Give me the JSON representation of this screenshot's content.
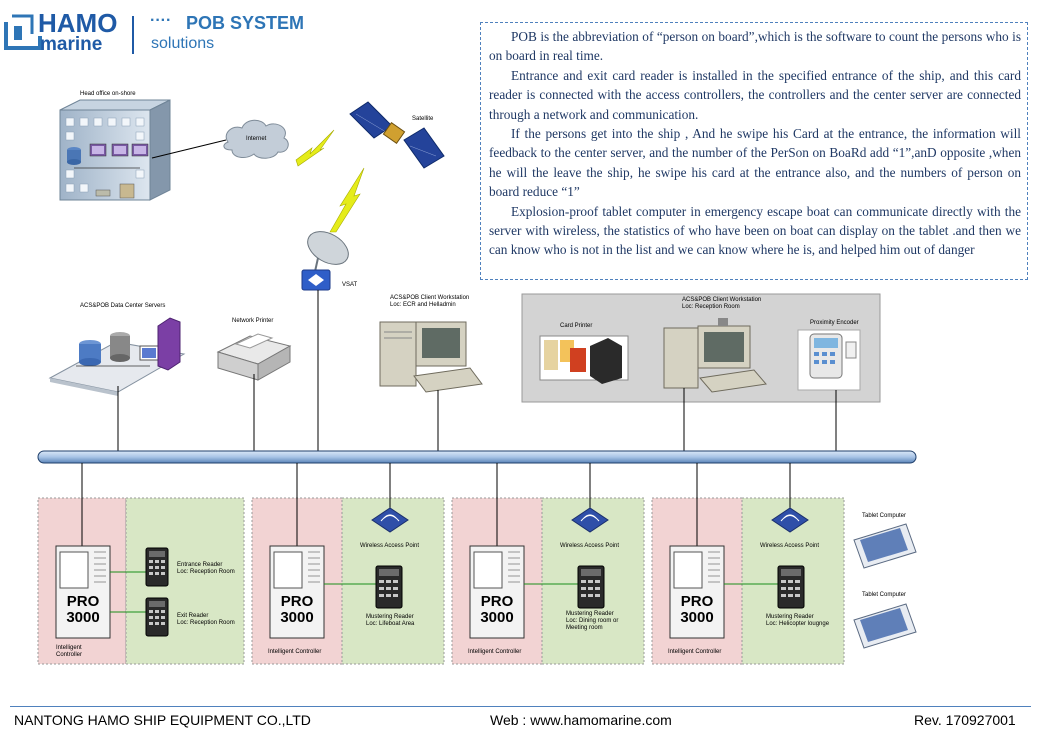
{
  "header": {
    "logo_top": "HAMO",
    "logo_bottom": "marine",
    "dots": "····",
    "title": "POB SYSTEM",
    "subtitle": "solutions"
  },
  "description": [
    "POB is the abbreviation  of “person on board”,which is the software to count the persons who is on board in real time.",
    "Entrance and exit card reader is installed in the specified entrance of the ship, and this card reader is connected with the access controllers, the controllers and the center server are connected through a network and communication.",
    "If the persons get into the ship , And he swipe his Card at the entrance,  the information  will feedback to the center server, and the number of  the PerSon on BoaRd add “1”,anD  opposite ,when he will the leave the ship, he swipe his card at the entrance also, and the numbers of person on board reduce “1”",
    " Explosion-proof tablet computer in emergency escape boat can communicate directly with the server with wireless, the statistics of who have been on boat can display on the tablet .and then we can know who is not in the list and we can know where he is, and helped him out of danger"
  ],
  "labels": {
    "head_office": "Head office on-shore",
    "internet": "Internet",
    "satellite": "Satellite",
    "vsat": "VSAT",
    "servers": "ACS&POB Data Center Servers",
    "network_printer": "Network Printer",
    "client_ws_1_line1": "ACS&POB Client Workstation",
    "client_ws_1_line2": "Loc: ECR and Helladmin",
    "client_ws_2_line1": "ACS&POB Client Workstation",
    "client_ws_2_line2": "Loc: Reception Room",
    "card_printer": "Card Printer",
    "prox_encoder": "Proximity Encoder",
    "tablet_1": "Tablet Computer",
    "tablet_2": "Tablet Computer"
  },
  "controllers": [
    {
      "brand_top": "PRO",
      "brand_bottom": "3000",
      "label_line1": "Intelligent",
      "label_line2": "Controller",
      "readers": [
        {
          "line1": "Entrance Reader",
          "line2": "Loc: Reception Room"
        },
        {
          "line1": "Exit Reader",
          "line2": "Loc: Reception Room"
        }
      ]
    },
    {
      "brand_top": "PRO",
      "brand_bottom": "3000",
      "label_line1": "Intelligent Controller",
      "ap_label": "Wireless Access Point",
      "readers": [
        {
          "line1": "Mustering Reader",
          "line2": "Loc: Lifeboat Area"
        }
      ]
    },
    {
      "brand_top": "PRO",
      "brand_bottom": "3000",
      "label_line1": "Intelligent Controller",
      "ap_label": "Wireless Access Point",
      "readers": [
        {
          "line1": "Mustering Reader",
          "line2": "Loc: Dining room or",
          "line3": "Meeting room"
        }
      ]
    },
    {
      "brand_top": "PRO",
      "brand_bottom": "3000",
      "label_line1": "Intelligent Controller",
      "ap_label": "Wireless Access Point",
      "readers": [
        {
          "line1": "Mustering Reader",
          "line2": "Loc: Helicopter lougnge"
        }
      ]
    }
  ],
  "footer": {
    "company": "NANTONG HAMO SHIP EQUIPMENT CO.,LTD",
    "web": "Web : www.hamomarine.com",
    "rev": "Rev. 170927001"
  },
  "colors": {
    "brand_blue": "#1f5aa6",
    "title_blue": "#2e75b6",
    "pink_panel": "#f2d3d3",
    "green_panel": "#d8e7c5",
    "gray_panel": "#d3d3d3"
  }
}
